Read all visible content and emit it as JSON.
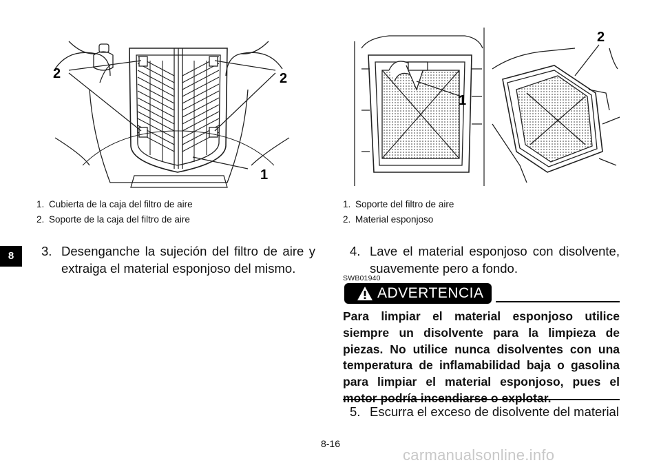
{
  "section_tab": "8",
  "figure_left": {
    "callouts": [
      "2",
      "2",
      "1"
    ],
    "captions": [
      {
        "num": "1.",
        "text": "Cubierta de la caja del filtro de aire"
      },
      {
        "num": "2.",
        "text": "Soporte de la caja del filtro de aire"
      }
    ]
  },
  "figure_right": {
    "callouts": [
      "2",
      "1"
    ],
    "captions": [
      {
        "num": "1.",
        "text": "Soporte del filtro de aire"
      },
      {
        "num": "2.",
        "text": "Material esponjoso"
      }
    ]
  },
  "step3": {
    "num": "3.",
    "text": "Desenganche la sujeción del filtro de aire y extraiga el material esponjoso del mismo."
  },
  "step4": {
    "num": "4.",
    "text": "Lave el material esponjoso con disolvente, suavemente pero a fondo."
  },
  "warning": {
    "code": "SWB01940",
    "label": "ADVERTENCIA",
    "text": "Para limpiar el material esponjoso utilice siempre un disolvente para la limpieza de piezas. No utilice nunca disolventes con una temperatura de inflamabilidad baja o gasolina para limpiar el material esponjoso, pues el motor podría incendiarse o explotar."
  },
  "step5": {
    "num": "5.",
    "text": "Escurra el exceso de disolvente del material"
  },
  "page_number": "8-16",
  "watermark": "carmanualsonline.info"
}
